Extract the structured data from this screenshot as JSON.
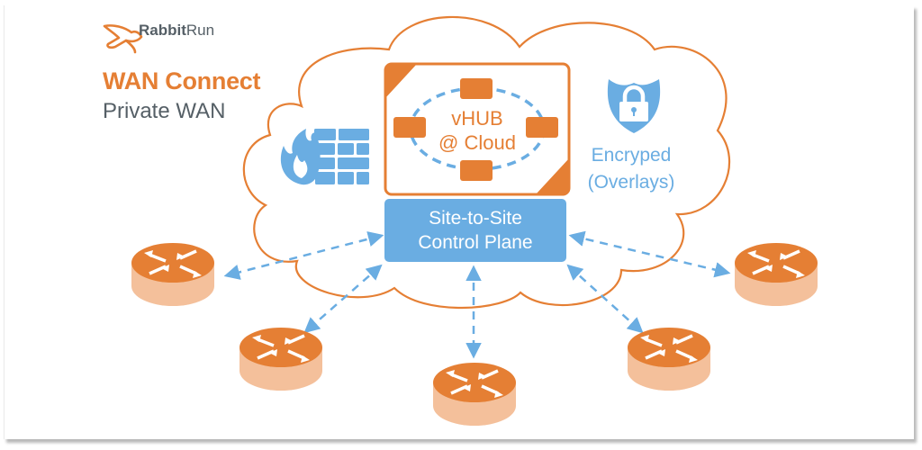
{
  "brand": {
    "logo_icon": "rabbit-icon",
    "name_bold": "Rabbit",
    "name_regular": "Run"
  },
  "header": {
    "title": "WAN Connect",
    "subtitle": "Private WAN"
  },
  "cloud": {
    "hub": {
      "line1": "vHUB",
      "line2": "@ Cloud",
      "nodes": 4
    },
    "firewall_icon": "firewall-icon",
    "encryption": {
      "icon": "shield-lock-icon",
      "line1": "Encryped",
      "line2": "(Overlays)"
    },
    "control_plane": {
      "line1": "Site-to-Site",
      "line2": "Control Plane"
    }
  },
  "routers": [
    {
      "id": "router-left"
    },
    {
      "id": "router-bottom-left"
    },
    {
      "id": "router-bottom-center"
    },
    {
      "id": "router-bottom-right"
    },
    {
      "id": "router-right"
    }
  ],
  "colors": {
    "orange": "#e57f34",
    "orange_light": "#f4c09b",
    "blue": "#6aade2",
    "gray_text": "#555f66"
  }
}
